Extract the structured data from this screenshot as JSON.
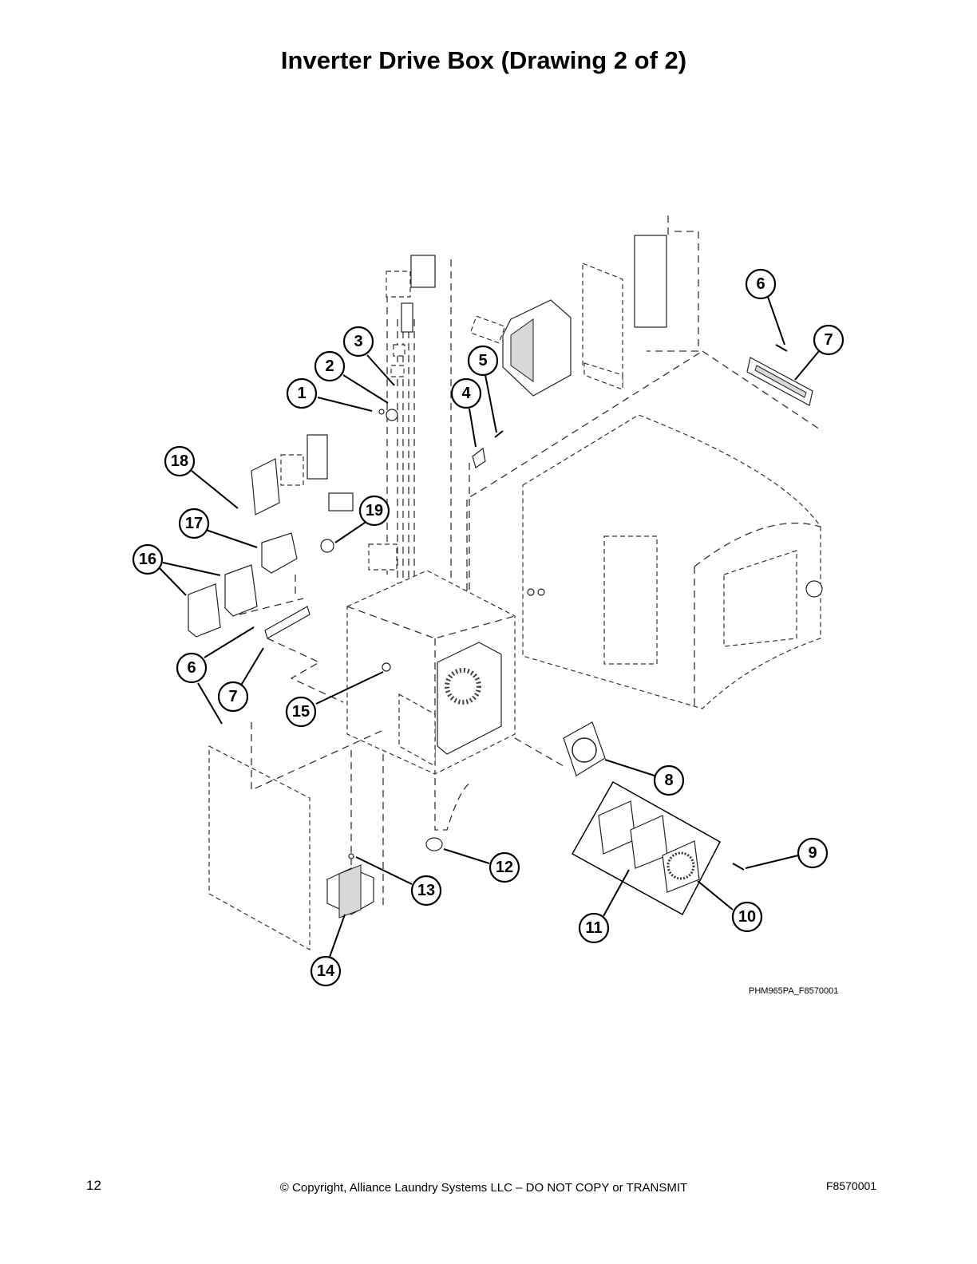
{
  "title": "Inverter Drive Box (Drawing 2 of 2)",
  "drawing_id": "PHM965PA_F8570001",
  "footer": {
    "page_number": "12",
    "copyright": "© Copyright, Alliance Laundry Systems LLC – DO NOT COPY or TRANSMIT",
    "doc_code": "F8570001"
  },
  "callouts": {
    "c1": "1",
    "c2": "2",
    "c3": "3",
    "c4": "4",
    "c5": "5",
    "c6a": "6",
    "c7a": "7",
    "c6b": "6",
    "c7b": "7",
    "c8": "8",
    "c9": "9",
    "c10": "10",
    "c11": "11",
    "c12": "12",
    "c13": "13",
    "c14": "14",
    "c15": "15",
    "c16": "16",
    "c17": "17",
    "c18": "18",
    "c19": "19"
  }
}
